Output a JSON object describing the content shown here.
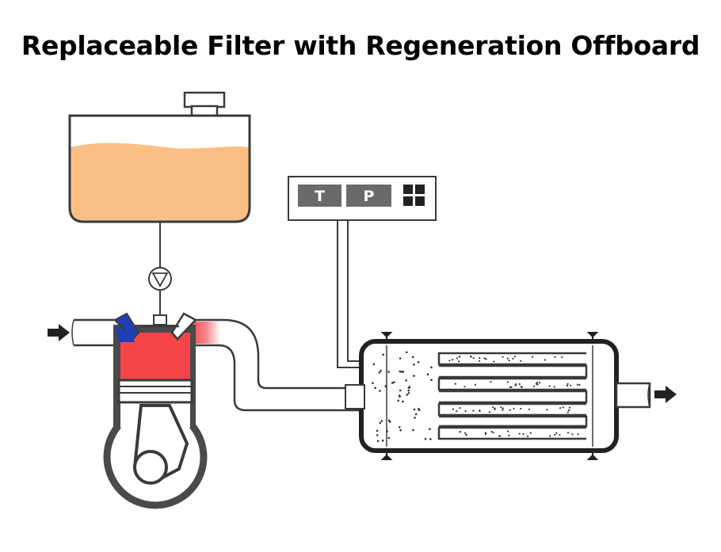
{
  "title": "Replaceable Filter with Regeneration Offboard",
  "gauge": {
    "temperature_label": "T",
    "pressure_label": "P"
  },
  "colors": {
    "fuel": "#fbbf86",
    "combustion": "#f5454b",
    "intake_valve": "#1e3fb8",
    "outline": "#3a3a3a",
    "gauge_box": "#6a6a6a"
  }
}
